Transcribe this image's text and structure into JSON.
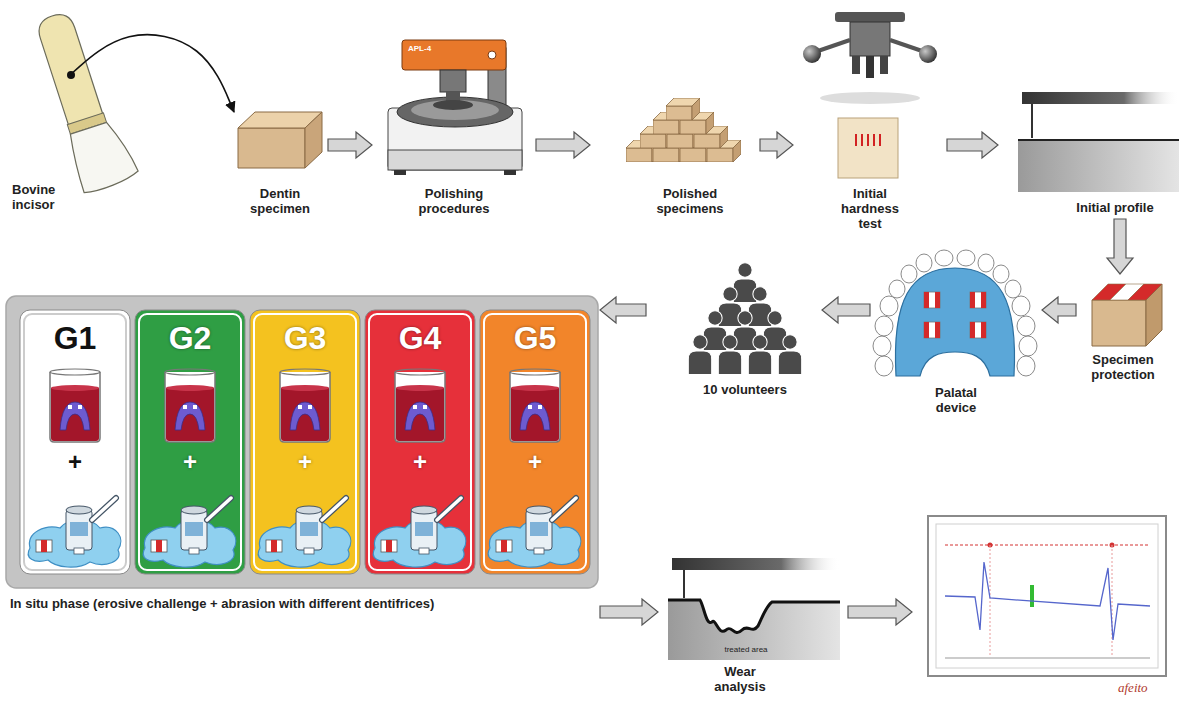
{
  "diagram": {
    "nodes": [
      {
        "text": [
          "Bovine incisor"
        ]
      },
      {
        "text": [
          "Dentin specimen"
        ]
      },
      {
        "text": [
          "Polishing procedures"
        ]
      },
      {
        "text": [
          "Polished specimens"
        ]
      },
      {
        "text": [
          "Initial hardness test"
        ]
      },
      {
        "text": [
          "Initial profile"
        ]
      },
      {
        "text": [
          "Specimen protection"
        ]
      },
      {
        "text": [
          "Palatal device"
        ]
      },
      {
        "text": [
          "10 volunteers"
        ]
      },
      {
        "text": [
          "In situ phase (erosive challenge + abrasion with different dentifrices)"
        ]
      },
      {
        "text": [
          "G1",
          "+"
        ],
        "in": 9
      },
      {
        "text": [
          "G2",
          "+"
        ],
        "in": 9
      },
      {
        "text": [
          "G3",
          "+"
        ],
        "in": 9
      },
      {
        "text": [
          "G4",
          "+"
        ],
        "in": 9
      },
      {
        "text": [
          "G5",
          "+"
        ],
        "in": 9
      },
      {
        "text": [
          "Wear analysis"
        ]
      }
    ],
    "edges": [
      {
        "from": 0,
        "to": 1,
        "arrow": "to"
      },
      {
        "from": 1,
        "to": 2,
        "arrow": "to"
      },
      {
        "from": 2,
        "to": 3,
        "arrow": "to"
      },
      {
        "from": 3,
        "to": 4,
        "arrow": "to"
      },
      {
        "from": 4,
        "to": 5,
        "arrow": "to"
      },
      {
        "from": 5,
        "to": 6,
        "arrow": "to"
      },
      {
        "from": 6,
        "to": 7,
        "arrow": "to"
      },
      {
        "from": 7,
        "to": 8,
        "arrow": "to"
      },
      {
        "from": 8,
        "to": 9,
        "arrow": "to"
      },
      {
        "from": 9,
        "to": 15,
        "arrow": "to"
      }
    ],
    "labels": [
      "APL-4",
      "treated area",
      "afeito"
    ]
  }
}
